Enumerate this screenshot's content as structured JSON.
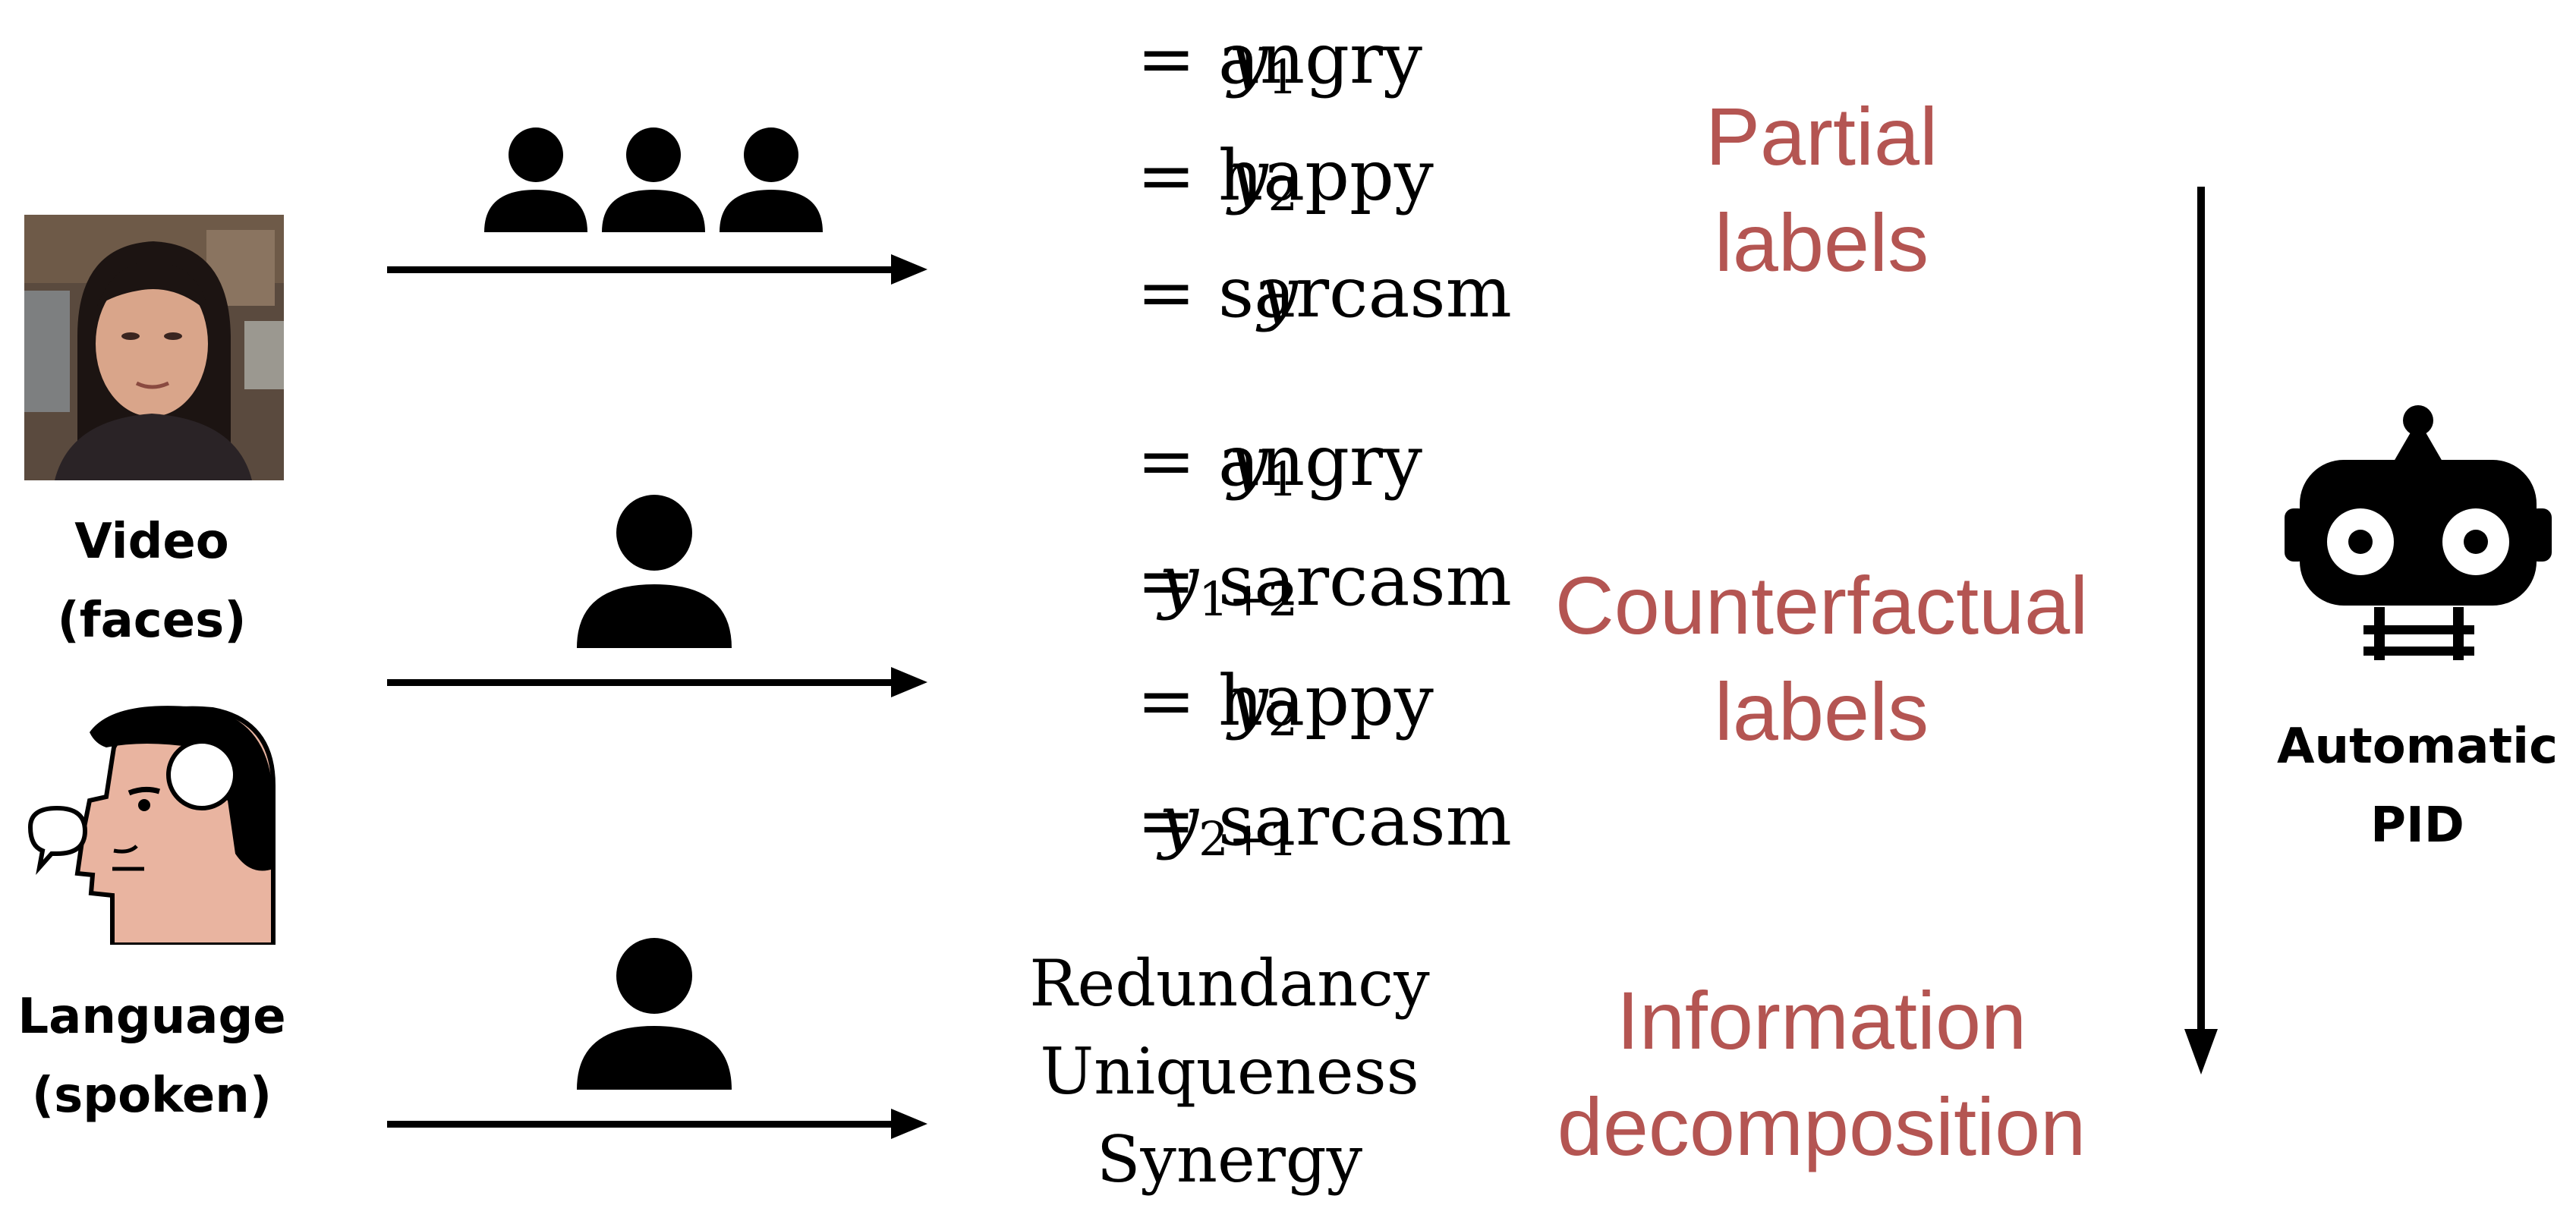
{
  "modalities": {
    "video_label_line1": "Video",
    "video_label_line2": "(faces)",
    "language_label_line1": "Language",
    "language_label_line2": "(spoken)"
  },
  "sections": [
    {
      "title_line1": "Partial",
      "title_line2": "labels",
      "equations": [
        {
          "var": "y",
          "sub": "1",
          "value": "angry"
        },
        {
          "var": "y",
          "sub": "2",
          "value": "happy"
        },
        {
          "var": "y",
          "sub": "",
          "value": "sarcasm"
        }
      ]
    },
    {
      "title_line1": "Counterfactual",
      "title_line2": "labels",
      "equations": [
        {
          "var": "y",
          "sub": "1",
          "value": "angry"
        },
        {
          "var": "y",
          "sub": "1+2",
          "value": "sarcasm"
        },
        {
          "var": "y",
          "sub": "2",
          "value": "happy"
        },
        {
          "var": "y",
          "sub": "2+1",
          "value": "sarcasm"
        }
      ]
    },
    {
      "title_line1": "Information",
      "title_line2": "decomposition",
      "terms": [
        "Redundancy",
        "Uniqueness",
        "Synergy"
      ]
    }
  ],
  "equals_sign": "=",
  "robot": {
    "label_line1": "Automatic",
    "label_line2": "PID"
  },
  "colors": {
    "accent_red": "#b45552",
    "ink": "#000000",
    "skin": "#e9b4a0"
  },
  "icons": {
    "annotators_group": "three-person-icon",
    "single_annotator": "person-icon",
    "robot": "robot-icon",
    "video_thumbnail": "woman-face-photo",
    "speaker": "speaking-man-illustration"
  }
}
